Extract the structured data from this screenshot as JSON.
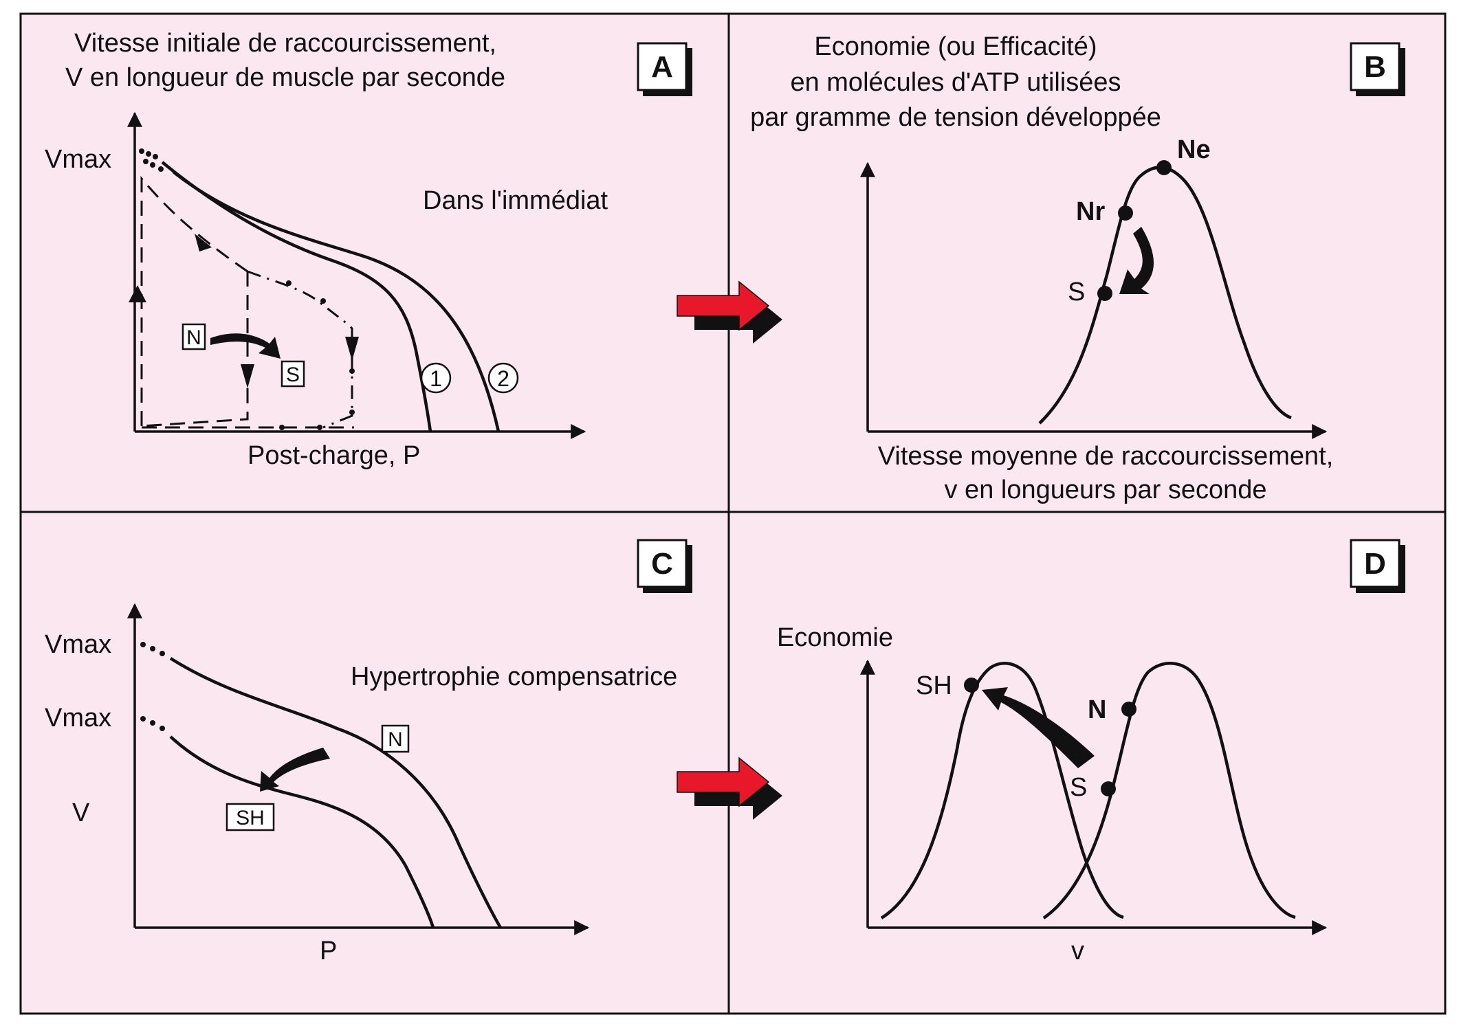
{
  "colors": {
    "panel_bg": "#fbe7ef",
    "border": "#111111",
    "arrow_red": "#e8182a",
    "ink": "#111111"
  },
  "panels": {
    "A": {
      "letter": "A",
      "y_title_line1": "Vitesse initiale de raccourcissement,",
      "y_title_line2": "V en longueur de muscle par seconde",
      "vmax": "Vmax",
      "annotation": "Dans l'immédiat",
      "x_label": "Post-charge, P",
      "box_n": "N",
      "box_s": "S",
      "curve1": "1",
      "curve2": "2"
    },
    "B": {
      "letter": "B",
      "title_line1": "Economie (ou Efficacité)",
      "title_line2": "en molécules d'ATP utilisées",
      "title_line3": "par gramme de tension développée",
      "pt_ne": "Ne",
      "pt_nr": "Nr",
      "pt_s": "S",
      "x_label_line1": "Vitesse moyenne de raccourcissement,",
      "x_label_line2": "v en longueurs par seconde"
    },
    "C": {
      "letter": "C",
      "vmax1": "Vmax",
      "vmax2": "Vmax",
      "y_label": "V",
      "annotation": "Hypertrophie compensatrice",
      "box_n": "N",
      "box_sh": "SH",
      "x_label": "P"
    },
    "D": {
      "letter": "D",
      "y_label": "Economie",
      "pt_sh": "SH",
      "pt_n": "N",
      "pt_s": "S",
      "x_label": "v"
    }
  },
  "icons": [
    "right-arrow-icon",
    "curved-arrow-icon",
    "arrowhead-icon"
  ]
}
